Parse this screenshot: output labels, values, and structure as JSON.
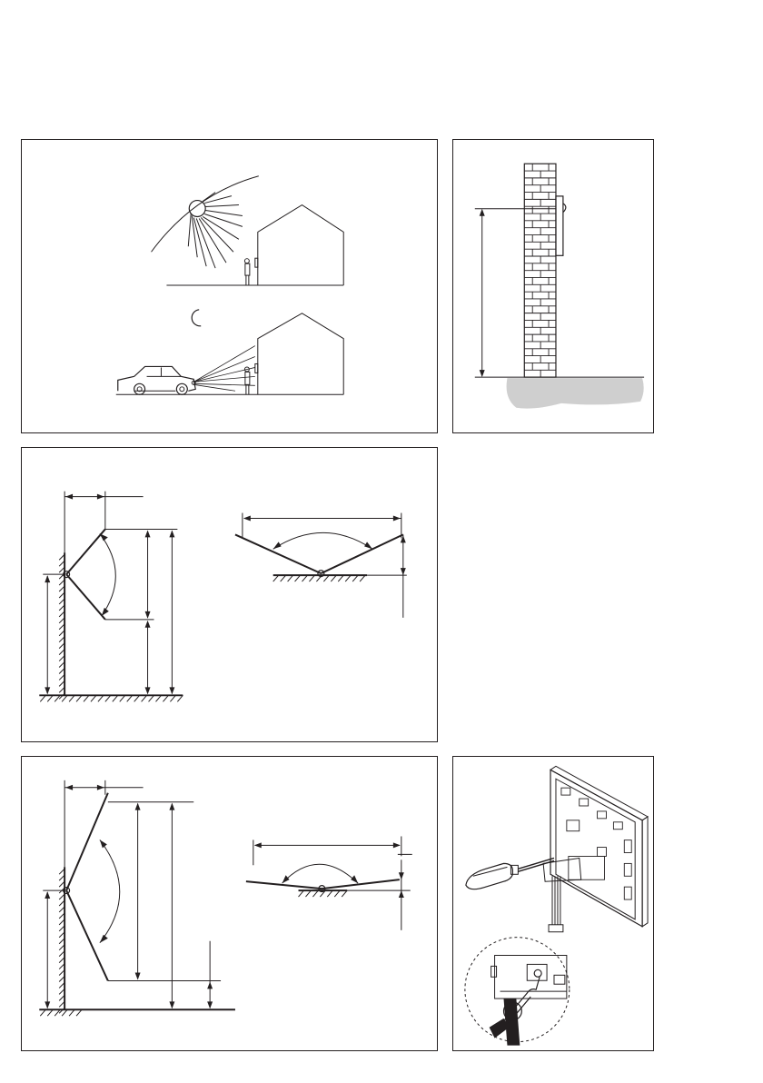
{
  "page": {
    "background": "#ffffff",
    "ink_color": "#231f20",
    "ground_color": "#cfcfcf"
  },
  "panels": [
    {
      "id": "day-night",
      "icons": [
        "sun-icon",
        "moon-icon",
        "house-icon",
        "person-icon",
        "car-icon"
      ]
    },
    {
      "id": "wall-mount-height",
      "icons": [
        "brick-wall-icon",
        "sensor-icon"
      ]
    },
    {
      "id": "detection-angle-wide",
      "icons": [
        "wall-icon",
        "sensor-icon"
      ]
    },
    {
      "id": "detection-angle-narrow",
      "icons": [
        "wall-icon",
        "sensor-icon"
      ]
    },
    {
      "id": "screwdriver-adjustment",
      "icons": [
        "sensor-module-icon",
        "screwdriver-icon",
        "magnifier-icon"
      ]
    }
  ]
}
